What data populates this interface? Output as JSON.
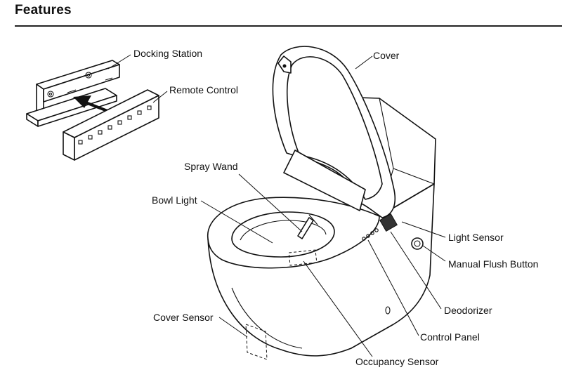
{
  "heading": "Features",
  "labels": {
    "docking_station": "Docking Station",
    "remote_control": "Remote Control",
    "cover": "Cover",
    "spray_wand": "Spray Wand",
    "bowl_light": "Bowl Light",
    "light_sensor": "Light Sensor",
    "manual_flush_button": "Manual Flush Button",
    "deodorizer": "Deodorizer",
    "control_panel": "Control Panel",
    "cover_sensor": "Cover Sensor",
    "occupancy_sensor": "Occupancy Sensor"
  }
}
